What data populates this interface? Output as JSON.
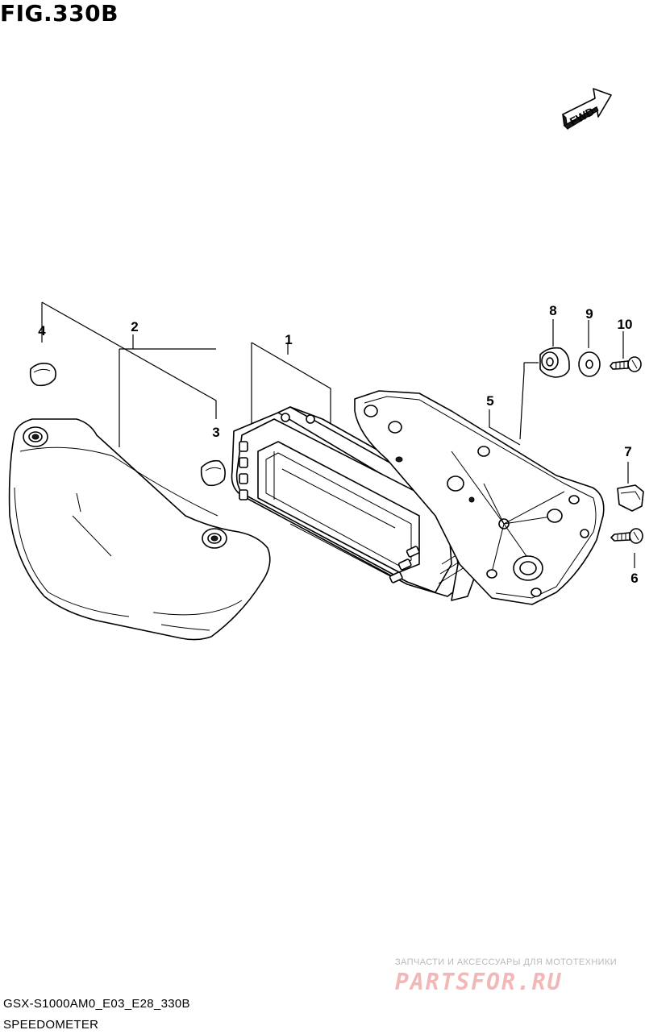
{
  "figure": {
    "title": "FIG.330B"
  },
  "direction_indicator": {
    "label": "FWD",
    "icon": "forward-arrow-icon"
  },
  "callouts": [
    {
      "id": "1",
      "label": "1"
    },
    {
      "id": "2",
      "label": "2"
    },
    {
      "id": "3",
      "label": "3"
    },
    {
      "id": "4",
      "label": "4"
    },
    {
      "id": "5",
      "label": "5"
    },
    {
      "id": "6",
      "label": "6"
    },
    {
      "id": "7",
      "label": "7"
    },
    {
      "id": "8",
      "label": "8"
    },
    {
      "id": "9",
      "label": "9"
    },
    {
      "id": "10",
      "label": "10"
    }
  ],
  "footer": {
    "model_code": "GSX-S1000AM0_E03_E28_330B",
    "section_name": "SPEEDOMETER"
  },
  "watermark": {
    "tagline": "ЗАПЧАСТИ И АКСЕССУАРЫ ДЛЯ МОТОТЕХНИКИ",
    "logo": "PARTSFOR.RU"
  },
  "colors": {
    "line": "#000000",
    "background": "#ffffff",
    "watermark": "#f2b8b8"
  }
}
